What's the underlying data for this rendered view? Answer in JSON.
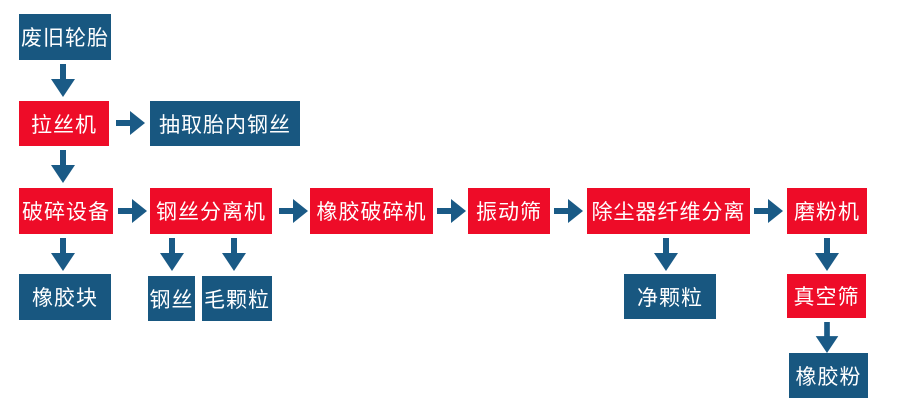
{
  "colors": {
    "node_red": "#ee0c28",
    "node_blue": "#185780",
    "arrow_blue": "#1a5a86",
    "text": "#ffffff",
    "background": "#ffffff"
  },
  "flowchart": {
    "type": "process-flow",
    "nodes": {
      "waste_tires": {
        "label": "废旧轮胎",
        "color": "blue"
      },
      "wire_drawing_machine": {
        "label": "拉丝机",
        "color": "red"
      },
      "extract_inner_steel_wire": {
        "label": "抽取胎内钢丝",
        "color": "blue"
      },
      "crushing_equipment": {
        "label": "破碎设备",
        "color": "red"
      },
      "steel_wire_separator": {
        "label": "钢丝分离机",
        "color": "red"
      },
      "rubber_crusher": {
        "label": "橡胶破碎机",
        "color": "red"
      },
      "vibrating_screen": {
        "label": "振动筛",
        "color": "red"
      },
      "dust_collector_fiber_separation": {
        "label": "除尘器纤维分离",
        "color": "red"
      },
      "grinding_machine": {
        "label": "磨粉机",
        "color": "red"
      },
      "rubber_block": {
        "label": "橡胶块",
        "color": "blue"
      },
      "steel_wire": {
        "label": "钢丝",
        "color": "blue"
      },
      "rough_granules": {
        "label": "毛颗粒",
        "color": "blue"
      },
      "clean_granules": {
        "label": "净颗粒",
        "color": "blue"
      },
      "vacuum_screen": {
        "label": "真空筛",
        "color": "red"
      },
      "rubber_powder": {
        "label": "橡胶粉",
        "color": "blue"
      }
    },
    "edges": [
      "waste_tires -> wire_drawing_machine",
      "wire_drawing_machine -> extract_inner_steel_wire",
      "wire_drawing_machine -> crushing_equipment",
      "crushing_equipment -> rubber_block",
      "crushing_equipment -> steel_wire_separator",
      "steel_wire_separator -> steel_wire",
      "steel_wire_separator -> rough_granules",
      "steel_wire_separator -> rubber_crusher",
      "rubber_crusher -> vibrating_screen",
      "vibrating_screen -> dust_collector_fiber_separation",
      "dust_collector_fiber_separation -> clean_granules",
      "dust_collector_fiber_separation -> grinding_machine",
      "grinding_machine -> vacuum_screen",
      "vacuum_screen -> rubber_powder"
    ]
  }
}
